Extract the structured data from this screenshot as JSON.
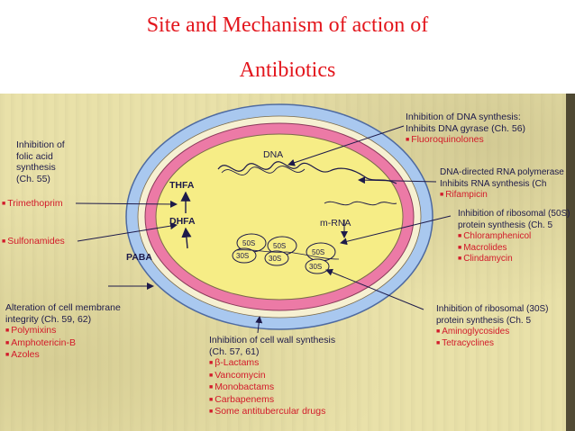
{
  "slide": {
    "title_line1": "Site and Mechanism of action of",
    "title_line2": "Antibiotics"
  },
  "colors": {
    "title": "#e3161d",
    "outer_ring": "#a9c8ef",
    "pink_ring": "#ec7aa6",
    "cytoplasm": "#f6ed86",
    "drug_text": "#d21a2a",
    "label_text": "#1d1a4a"
  },
  "diagram": {
    "cell_labels": {
      "dna": "DNA",
      "thfa": "THFA",
      "dhfa": "DHFA",
      "paba": "PABA",
      "mrna": "m-RNA",
      "ribo_50s": "50S",
      "ribo_30s": "30S"
    },
    "groups": {
      "folic_acid": {
        "heading": [
          "Inhibition of",
          "folic acid",
          "synthesis",
          "(Ch. 55)"
        ],
        "drug1": "Trimethoprim",
        "drug2": "Sulfonamides"
      },
      "dna_synthesis": {
        "heading": [
          "Inhibition of DNA synthesis:",
          "Inhibits DNA gyrase (Ch. 56)"
        ],
        "drugs": [
          "Fluoroquinolones"
        ]
      },
      "rna_polymerase": {
        "heading": [
          "DNA-directed RNA polymerase",
          "Inhibits RNA synthesis (Ch"
        ],
        "drugs": [
          "Rifampicin"
        ]
      },
      "ribosomal_50s": {
        "heading": [
          "Inhibition of ribosomal (50S)",
          "protein synthesis (Ch. 5"
        ],
        "drugs": [
          "Chloramphenicol",
          "Macrolides",
          "Clindamycin"
        ]
      },
      "ribosomal_30s": {
        "heading": [
          "Inhibition of ribosomal (30S)",
          "protein synthesis (Ch. 5"
        ],
        "drugs": [
          "Aminoglycosides",
          "Tetracyclines"
        ]
      },
      "cell_membrane": {
        "heading": [
          "Alteration of cell membrane",
          "integrity (Ch. 59, 62)"
        ],
        "drugs": [
          "Polymixins",
          "Amphotericin-B",
          "Azoles"
        ]
      },
      "cell_wall": {
        "heading": [
          "Inhibition of cell wall synthesis",
          "(Ch. 57, 61)"
        ],
        "drugs": [
          "β-Lactams",
          "Vancomycin",
          "Monobactams",
          "Carbapenems",
          "Some antitubercular drugs"
        ]
      }
    }
  }
}
